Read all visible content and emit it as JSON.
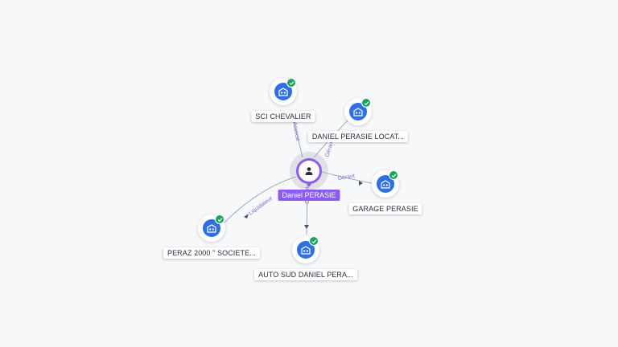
{
  "center": {
    "label": "Daniel PERASIE",
    "icon": "person-icon",
    "accent_color": "#8a5cf0"
  },
  "companies": [
    {
      "id": "sci",
      "label": "SCI CHEVALIER",
      "relation": "Associé",
      "icon": "company-building-icon",
      "verified": true
    },
    {
      "id": "location",
      "label": "DANIEL PERASIE LOCAT...",
      "relation": "Gérant",
      "icon": "company-building-icon",
      "verified": true
    },
    {
      "id": "garage",
      "label": "GARAGE PERASIE",
      "relation": "Gérant",
      "icon": "company-building-icon",
      "verified": true
    },
    {
      "id": "autosud",
      "label": "AUTO SUD DANIEL PERA...",
      "relation": "Gérant",
      "icon": "company-building-icon",
      "verified": true
    },
    {
      "id": "peraz",
      "label": "PERAZ 2000 \" SOCIETE...",
      "relation": "Liquidateur",
      "icon": "company-building-icon",
      "verified": true
    }
  ],
  "colors": {
    "company_icon": "#2f6fe4",
    "verified_badge": "#19a55a",
    "edge_label": "#7c6fd0"
  }
}
